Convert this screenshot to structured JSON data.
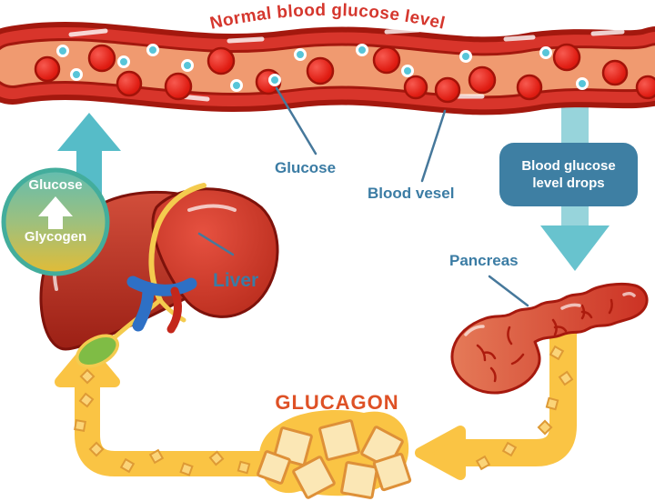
{
  "title": "Normal blood glucose level",
  "vessel_labels": {
    "glucose": "Glucose",
    "blood_vessel": "Blood vesel"
  },
  "organ_labels": {
    "liver": "Liver",
    "pancreas": "Pancreas"
  },
  "badge": {
    "line1": "Glucose",
    "line2": "Glycogen"
  },
  "callout_box": {
    "line1": "Blood glucose",
    "line2": "level drops"
  },
  "hormone_label": "GLUCAGON",
  "icons": {
    "badge_arrow": "up-arrow-icon",
    "left_flow_arrow": "up-arrow-icon",
    "right_flow_arrow": "down-arrow-icon",
    "bottom_flow_left_arrow": "up-arrow-icon",
    "bottom_flow_right_arrow": "left-arrow-icon"
  },
  "colors": {
    "title_red": "#D5372E",
    "label_blue": "#3B7CA4",
    "box_bg": "#3E7FA3",
    "box_text": "#FFFFFF",
    "teal_arrow": "#56BCC8",
    "teal_arrow_light": "#97D4DB",
    "teal_arrow_head": "#68C3CE",
    "yellow": "#FAC444",
    "glucagon_text": "#DE5126",
    "vessel_red": "#D8352B",
    "vessel_dark": "#A3180E",
    "vessel_inner": "#F09A70",
    "cell_red": "#E3231A",
    "glucose_dot": "#58C5D8",
    "badge_border": "#43AD9C",
    "badge_gradient_top": "#63BDB0",
    "badge_gradient_bottom": "#E2BC36",
    "liver_red": "#C84231",
    "liver_bright": "#DC3A2C",
    "liver_outline": "#7E120B",
    "pancreas_light": "#E57A58",
    "pancreas_dark": "#CC3224",
    "pancreas_outline": "#A6190E",
    "gallbladder_green": "#7FBC45",
    "duct_yellow": "#F4CB4E",
    "vein_blue": "#2E70C5",
    "artery_red": "#C4271B",
    "diamond_fill": "#FBE7B5",
    "diamond_outline": "#DE9038"
  }
}
